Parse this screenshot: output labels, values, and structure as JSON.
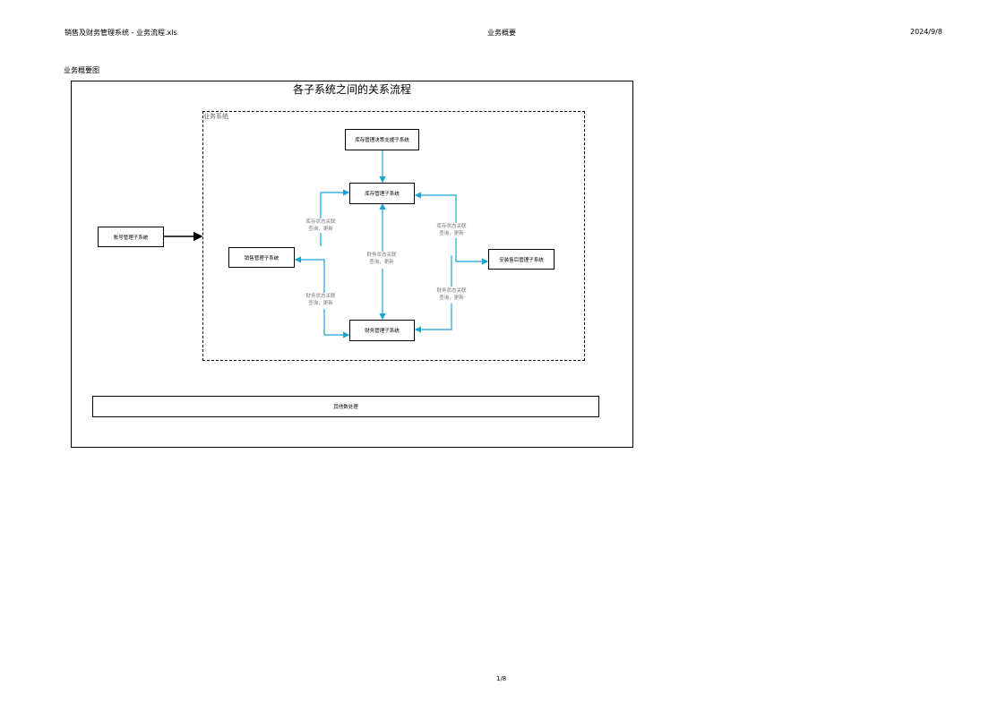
{
  "header": {
    "left": "销售及财务管理系统 - 业务流程.xls",
    "center": "业务概要",
    "right": "2024/9/8"
  },
  "page_label": "业务概要图",
  "diagram": {
    "title": "各子系统之间的关系流程",
    "group_label": "业务系统",
    "nodes": {
      "inventory_decision": "库存管理决策支援子系统",
      "inventory": "库存管理子系统",
      "account": "账号管理子系统",
      "sales": "销售管理子系统",
      "install": "安装售后管理子系统",
      "finance": "财务管理子系统",
      "other": "其他数处理"
    },
    "edge_labels": {
      "sales_inventory": [
        "库存状态关联",
        "查询，更新"
      ],
      "center": [
        "财务状态关联",
        "查询，更新"
      ],
      "install_inventory": [
        "库存状态关联",
        "查询，更新"
      ],
      "sales_finance": [
        "财务状态关联",
        "查询，更新"
      ],
      "install_finance": [
        "财务状态关联",
        "查询，更新"
      ]
    },
    "colors": {
      "connector": "#1aa3d3",
      "arrow": "#000000"
    }
  },
  "footer": {
    "page_number": "1/8"
  }
}
